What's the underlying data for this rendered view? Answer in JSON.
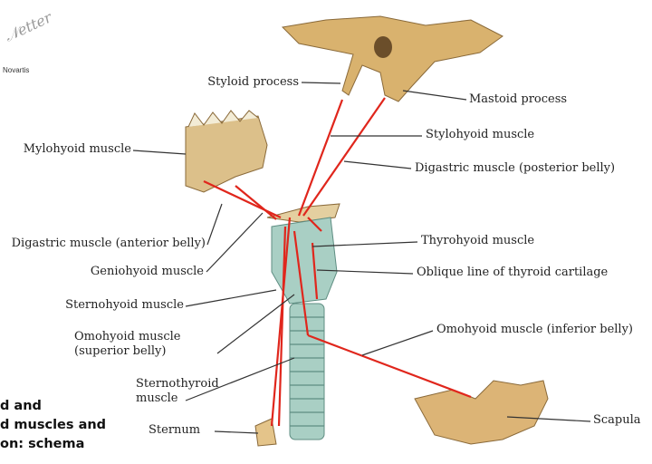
{
  "logo": {
    "signature": "Netter",
    "publisher": "Novartis"
  },
  "title_lines": [
    "d and",
    "d muscles and",
    "on: schema"
  ],
  "labels": {
    "styloid": "Styloid process",
    "mastoid": "Mastoid process",
    "mylohyoid": "Mylohyoid muscle",
    "stylohyoid": "Stylohyoid muscle",
    "digastric_post": "Digastric muscle (posterior belly)",
    "digastric_ant": "Digastric muscle (anterior belly)",
    "geniohyoid": "Geniohyoid muscle",
    "thyrohyoid": "Thyrohyoid muscle",
    "oblique_line": "Oblique line of thyroid cartilage",
    "sternohyoid": "Sternohyoid muscle",
    "omohyoid_sup_1": "Omohyoid muscle",
    "omohyoid_sup_2": "(superior belly)",
    "omohyoid_inf": "Omohyoid muscle (inferior belly)",
    "sternothyroid_1": "Sternothyroid",
    "sternothyroid_2": "muscle",
    "sternum": "Sternum",
    "scapula": "Scapula"
  },
  "colors": {
    "bone": "#d9b26e",
    "cartilage": "#a9cfc4",
    "muscle_line": "#e0261c",
    "leader": "#333333"
  }
}
